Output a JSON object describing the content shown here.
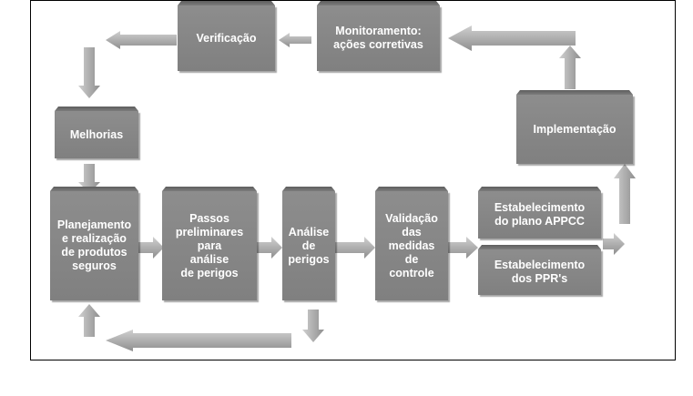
{
  "boxes": {
    "verificacao": "Verificação",
    "monitoramento": "Monitoramento:\nações corretivas",
    "melhorias": "Melhorias",
    "implementacao": "Implementação",
    "planejamento": "Planejamento\ne realização\nde produtos\nseguros",
    "passos": "Passos\npreliminares\npara\nanálise\nde perigos",
    "analise": "Análise\nde\nperigos",
    "validacao": "Validação\ndas\nmedidas\nde\ncontrole",
    "plano_appcc": "Estabelecimento\ndo plano APPCC",
    "pprs": "Estabelecimento\ndos PPR's"
  },
  "colors": {
    "box": "#868686",
    "arrow": "#b0b0b0",
    "frame": "#000000"
  }
}
